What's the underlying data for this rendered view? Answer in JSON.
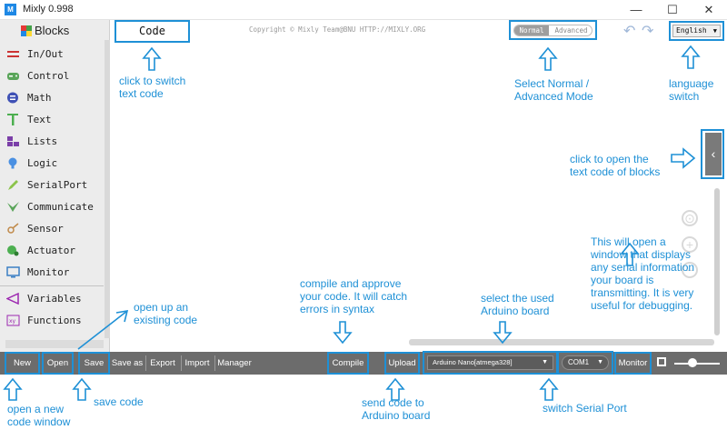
{
  "window": {
    "title": "Mixly 0.998",
    "app_icon": "mixly-logo-icon",
    "buttons": {
      "minimize": "—",
      "maximize": "☐",
      "close": "✕"
    }
  },
  "sidebar": {
    "title": "Blocks",
    "items": [
      {
        "label": "In/Out",
        "icon": "inout-icon",
        "color": "#cc3333"
      },
      {
        "label": "Control",
        "icon": "gamepad-icon",
        "color": "#5aa55a"
      },
      {
        "label": "Math",
        "icon": "math-icon",
        "color": "#3f51b5"
      },
      {
        "label": "Text",
        "icon": "text-icon",
        "color": "#4caf50"
      },
      {
        "label": "Lists",
        "icon": "lists-icon",
        "color": "#7b3fa8"
      },
      {
        "label": "Logic",
        "icon": "bulb-icon",
        "color": "#4a90e2"
      },
      {
        "label": "SerialPort",
        "icon": "pen-icon",
        "color": "#8bc34a"
      },
      {
        "label": "Communicate",
        "icon": "communicate-icon",
        "color": "#5aa55a"
      },
      {
        "label": "Sensor",
        "icon": "sensor-icon",
        "color": "#c08a4a"
      },
      {
        "label": "Actuator",
        "icon": "actuator-icon",
        "color": "#4caf50"
      },
      {
        "label": "Monitor",
        "icon": "monitor-icon",
        "color": "#3b7fc4"
      },
      {
        "label": "Variables",
        "icon": "variables-icon",
        "color": "#9c27b0"
      },
      {
        "label": "Functions",
        "icon": "functions-icon",
        "color": "#9c27b0"
      }
    ]
  },
  "header": {
    "code_button": "Code",
    "copyright": "Copyright © Mixly Team@BNU HTTP://MIXLY.ORG",
    "mode": {
      "normal": "Normal",
      "advanced": "Advanced",
      "selected": "Normal"
    },
    "language": "English"
  },
  "toolbar": {
    "new": "New",
    "open": "Open",
    "save": "Save",
    "save_as": "Save as",
    "export": "Export",
    "import": "Import",
    "manager": "Manager",
    "compile": "Compile",
    "upload": "Upload",
    "board": "Arduino Nano[atmega328]",
    "port": "COM1",
    "monitor": "Monitor"
  },
  "annotations": {
    "code": "click to switch\ntext code",
    "mode": "Select Normal /\nAdvanced Mode",
    "language": "language\nswitch",
    "side_tab": "click to open the\ntext code of blocks",
    "monitor": "This will open a\nwindow that displays\nany serial information\nyour board is\ntransmitting. It is very\nuseful for debugging.",
    "compile": "compile and approve\nyour code. It will catch\nerrors in syntax",
    "board": "select the used\nArduino board",
    "open": "open up an\nexisting code",
    "new": "open a new\ncode window",
    "save": "save code",
    "upload": "send code to\nArduino board",
    "port": "switch Serial Port"
  },
  "colors": {
    "annotation": "#1e90d6",
    "toolbar_bg": "#6c6c6c",
    "sidebar_bg": "#ececec"
  }
}
